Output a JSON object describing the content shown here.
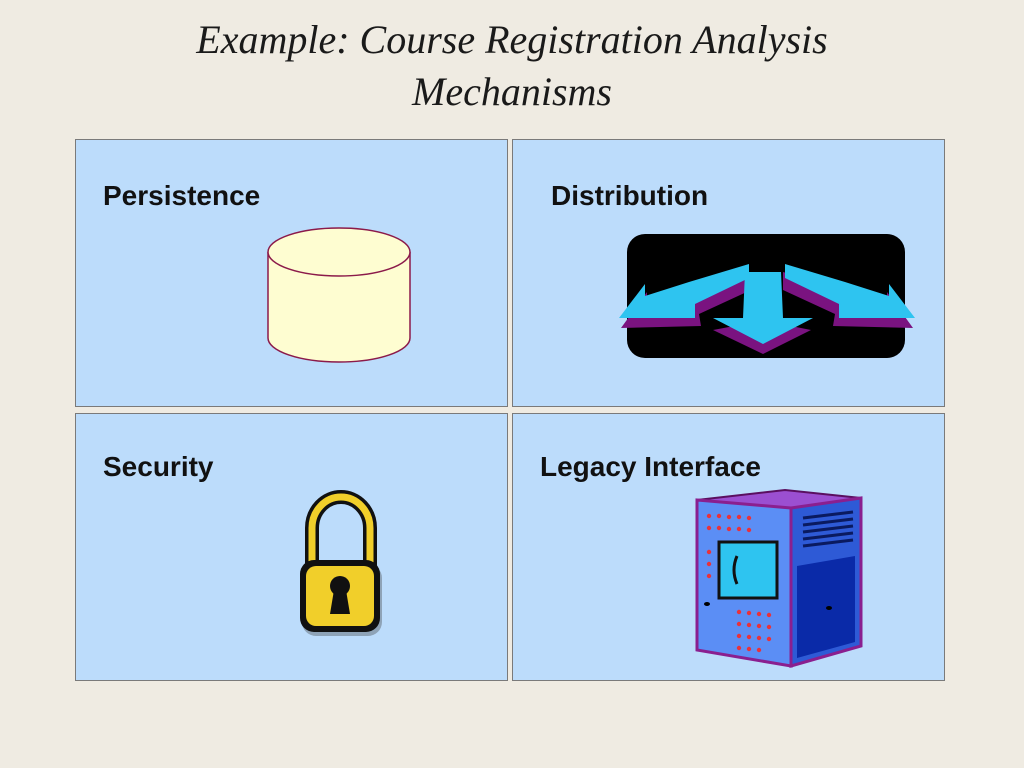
{
  "slide": {
    "title_line1": "Example: Course Registration Analysis",
    "title_line2": "Mechanisms"
  },
  "panels": [
    {
      "label": "Persistence",
      "icon": "database-cylinder-icon"
    },
    {
      "label": "Distribution",
      "icon": "distribution-arrows-icon"
    },
    {
      "label": "Security",
      "icon": "padlock-icon"
    },
    {
      "label": "Legacy Interface",
      "icon": "mainframe-computer-icon"
    }
  ],
  "colors": {
    "background": "#efebe2",
    "panel_fill": "#bcdcfb",
    "panel_border": "#7a7a7a",
    "cylinder_fill": "#fefdd1",
    "cylinder_stroke": "#8b1a4a",
    "arrow_cyan": "#2ec4f0",
    "arrow_purple": "#7a1380",
    "lock_yellow": "#f1cf2a",
    "computer_blue": "#5b8ef5",
    "computer_purple": "#8a1f8f"
  }
}
